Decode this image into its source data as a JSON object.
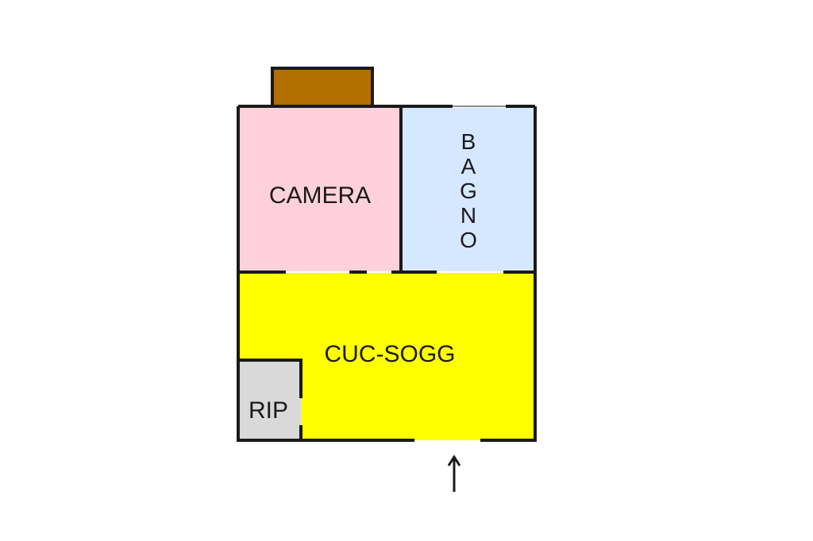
{
  "floorplan": {
    "rooms": [
      {
        "id": "camera",
        "label": "CAMERA",
        "color": "#ffd1dc"
      },
      {
        "id": "bagno",
        "label": "BAGNO",
        "color": "#d5e8ff"
      },
      {
        "id": "cuc-sogg",
        "label": "CUC-SOGG",
        "color": "#ffff00"
      },
      {
        "id": "rip",
        "label": "RIP",
        "color": "#d9d9d9"
      }
    ],
    "balcony_color": "#b36f00",
    "wall_color": "#1a1a1a",
    "entrance_arrow": "up-arrow-icon"
  }
}
